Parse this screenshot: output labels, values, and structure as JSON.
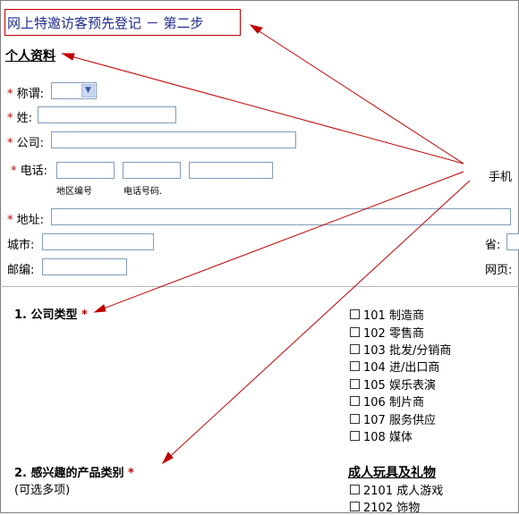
{
  "header": {
    "title": "网上特邀访客预先登记 － 第二步"
  },
  "personal": {
    "heading": "个人资料",
    "salutation_label": "称谓:",
    "surname_label": "姓:",
    "company_label": "公司:",
    "phone_label": "电话:",
    "phone_area_caption": "地区编号",
    "phone_number_caption": "电话号码.",
    "mobile_label": "手机",
    "address_label": "地址:",
    "city_label": "城市:",
    "province_label": "省:",
    "postcode_label": "邮编:",
    "website_label": "网页:"
  },
  "company_type": {
    "question": "1. 公司类型",
    "options": [
      "101 制造商",
      "102 零售商",
      "103 批发/分销商",
      "104 进/出口商",
      "105 娱乐表演",
      "106 制片商",
      "107 服务供应",
      "108 媒体"
    ]
  },
  "products": {
    "question": "2. 感兴趣的产品类别",
    "hint": "(可选多项)",
    "group_heading": "成人玩具及礼物",
    "options": [
      "2101 成人游戏",
      "2102 饰物"
    ]
  },
  "required_mark": "*",
  "colors": {
    "required": "#c00000",
    "arrow": "#c00000",
    "title_text": "#1f2f8f"
  }
}
